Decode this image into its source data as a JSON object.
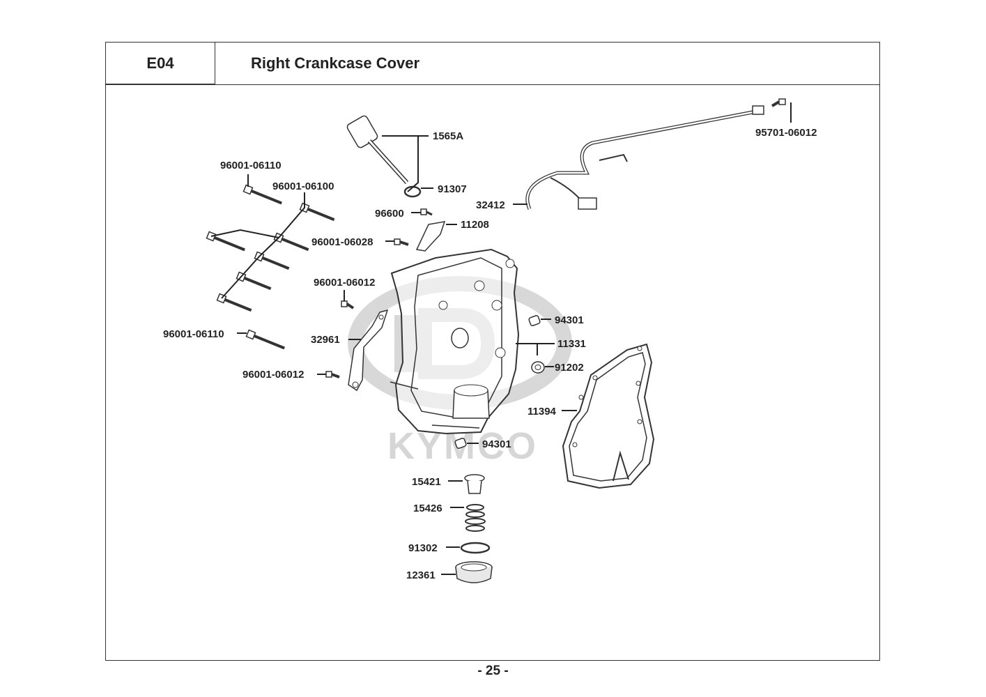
{
  "header": {
    "code": "E04",
    "title": "Right Crankcase Cover"
  },
  "watermark": {
    "text": "KYMCO",
    "color": "#d6d6d6"
  },
  "parts": {
    "p1565A": "1565A",
    "p91307": "91307",
    "p96600": "96600",
    "p11208": "11208",
    "p96001_06110_top": "96001-06110",
    "p96001_06100": "96001-06100",
    "p96001_06028": "96001-06028",
    "p96001_06012_a": "96001-06012",
    "p96001_06110_bot": "96001-06110",
    "p32961": "32961",
    "p96001_06012_b": "96001-06012",
    "p32412": "32412",
    "p95701_06012": "95701-06012",
    "p94301_a": "94301",
    "p11331": "11331",
    "p91202": "91202",
    "p11394": "11394",
    "p94301_b": "94301",
    "p15421": "15421",
    "p15426": "15426",
    "p91302": "91302",
    "p12361": "12361"
  },
  "footer": {
    "page": "- 25 -"
  }
}
